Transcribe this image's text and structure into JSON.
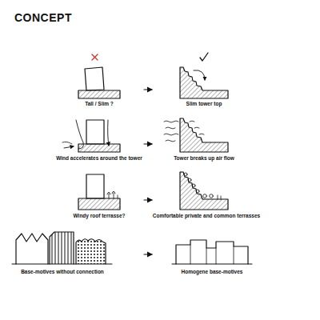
{
  "diagram": {
    "title": "CONCEPT",
    "labels": [
      "Tall / Slim ?",
      "Slim tower top",
      "Wind accelerates around the tower",
      "Tower breaks up air flow",
      "Windy roof terrasse?",
      "Comfortable private and common terrasses",
      "Base-motives without connection",
      "Homogene base-motives"
    ]
  }
}
